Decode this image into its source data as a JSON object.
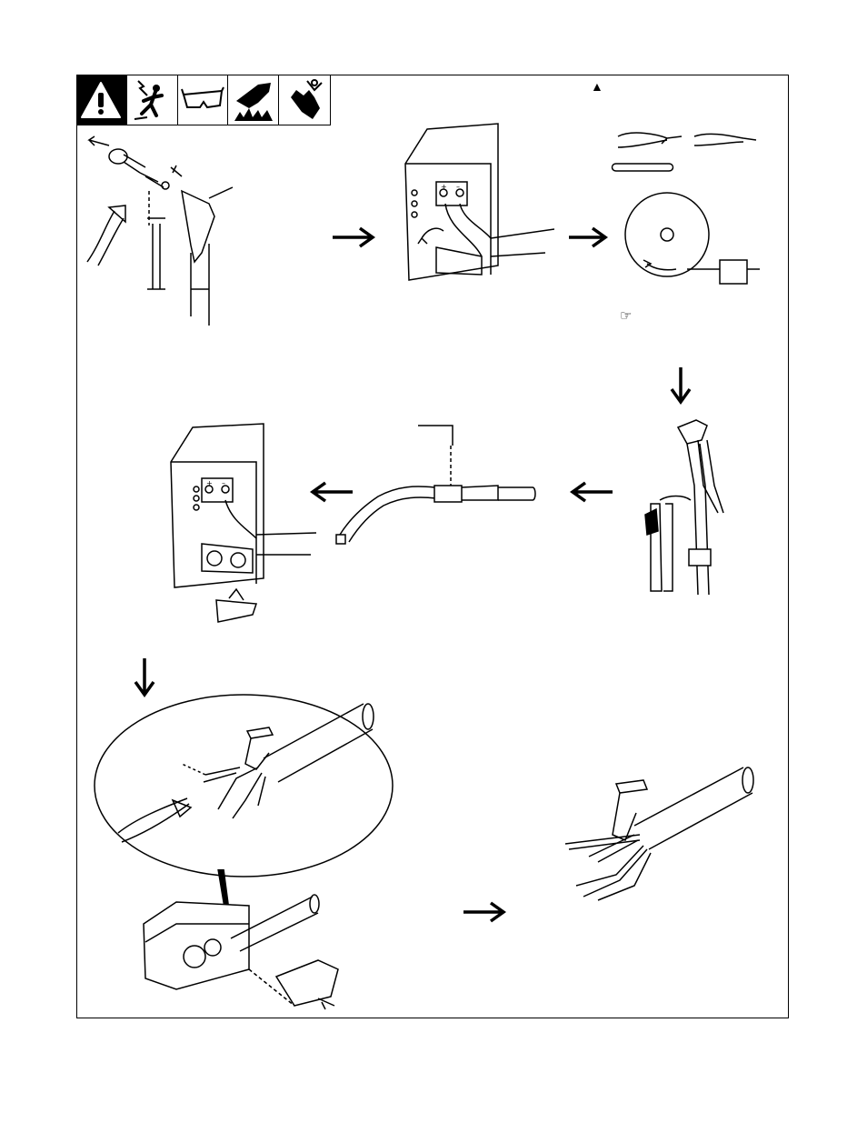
{
  "warning_icons": [
    {
      "icon": "general-warning-icon",
      "style": "black"
    },
    {
      "icon": "electric-shock-icon",
      "style": "white"
    },
    {
      "icon": "safety-glasses-icon",
      "style": "white"
    },
    {
      "icon": "hot-parts-icon",
      "style": "white"
    },
    {
      "icon": "hand-injury-icon",
      "style": "white"
    }
  ],
  "marker": "▲",
  "note_icon": "☞",
  "terminal_labels": {
    "positive": "+",
    "negative": "–"
  },
  "colors": {
    "ink": "#000000",
    "paper": "#ffffff"
  }
}
